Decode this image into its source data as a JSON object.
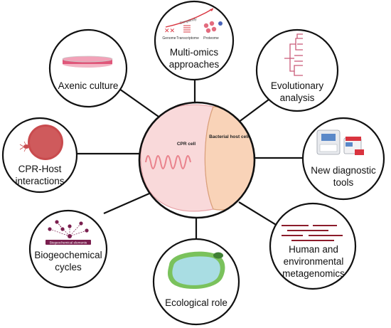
{
  "center": {
    "left_label": "CPR cell",
    "right_label": "Bacterial host cell"
  },
  "nodes": {
    "multi_omics": {
      "label_line1": "Multi-omics",
      "label_line2": "approaches",
      "complexity_label": "Complexity",
      "genome_label": "Genome",
      "transcriptome_label": "Transcriptome",
      "proteome_label": "Proteome"
    },
    "axenic": {
      "label": "Axenic culture"
    },
    "evolutionary": {
      "label_line1": "Evolutionary",
      "label_line2": "analysis"
    },
    "cpr_host": {
      "label_line1": "CPR-Host",
      "label_line2": "interactions"
    },
    "diagnostic": {
      "label_line1": "New diagnostic",
      "label_line2": "tools"
    },
    "biogeochemical": {
      "label_line1": "Biogeochemical",
      "label_line2": "cycles",
      "bar_label": "Biogeochemical elements"
    },
    "ecological": {
      "label": "Ecological role"
    },
    "metagenomics": {
      "label_line1": "Human and",
      "label_line2": "environmental",
      "label_line3": "metagenomics"
    }
  },
  "colors": {
    "outline": "#111111",
    "cpr_cell_fill": "#f9d9da",
    "cpr_cell_stroke": "#e8a3a8",
    "host_cell_fill": "#f9d3b8",
    "host_cell_stroke": "#d9a07a",
    "omics_red": "#d9343f",
    "tree_pink": "#c95b78",
    "petri_pink": "#e0577a",
    "cpr_host_red": "#c94b4e",
    "biogeo_purple": "#7a1f4f",
    "lake_green": "#7ac25c",
    "lake_blue": "#a9dde3",
    "metagenome_red": "#8c1c2b"
  }
}
